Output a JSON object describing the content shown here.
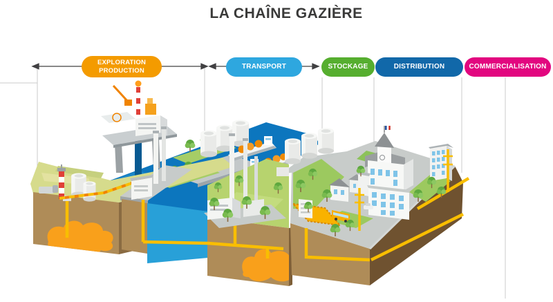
{
  "title": "LA CHAÎNE GAZIÈRE",
  "stages": [
    {
      "id": "exploration-production",
      "label": "EXPLORATION\nPRODUCTION",
      "color": "#F49B00"
    },
    {
      "id": "transport",
      "label": "TRANSPORT",
      "color": "#2EA7DF"
    },
    {
      "id": "stockage",
      "label": "STOCKAGE",
      "color": "#56AE2F"
    },
    {
      "id": "distribution",
      "label": "DISTRIBUTION",
      "color": "#1168A9"
    },
    {
      "id": "commercialisation",
      "label": "COMMERCIALISATION",
      "color": "#E2067F"
    }
  ],
  "diagram": {
    "scene": "isometric-gas-chain",
    "elements": [
      "offshore-platform",
      "drilling-derrick",
      "gas-pocket-underground",
      "onshore-well",
      "surface-pipeline",
      "lng-port-terminal",
      "lng-tanker-ships",
      "gas-processing-plants",
      "storage-tanks",
      "underground-gas-storage",
      "buried-pipelines",
      "city-district",
      "town-hall-french-flag",
      "apartment-buildings",
      "houses",
      "bus",
      "distribution-station",
      "pressure-riser-poles",
      "trees"
    ],
    "colors": {
      "sea": "#0C76BE",
      "sea_cut_face": "#28A0D8",
      "earth_front": "#AF8C58",
      "earth_side": "#8A6B42",
      "earth_dark": "#6F5230",
      "land_olive": "#D6DB8C",
      "land_green": "#B7D36E",
      "grass": "#9CC95F",
      "pipeline_yellow": "#F9BE00",
      "pipeline_orange": "#F08300",
      "gas_pocket_orange": "#F9A01B",
      "platform_gray": "#C7CBCA",
      "building_white": "#F7F8F6",
      "window_blue": "#7FC4E8",
      "stripe_red": "#E04038",
      "guide_gray": "#CBCBCB",
      "arrow_gray": "#414042"
    }
  }
}
